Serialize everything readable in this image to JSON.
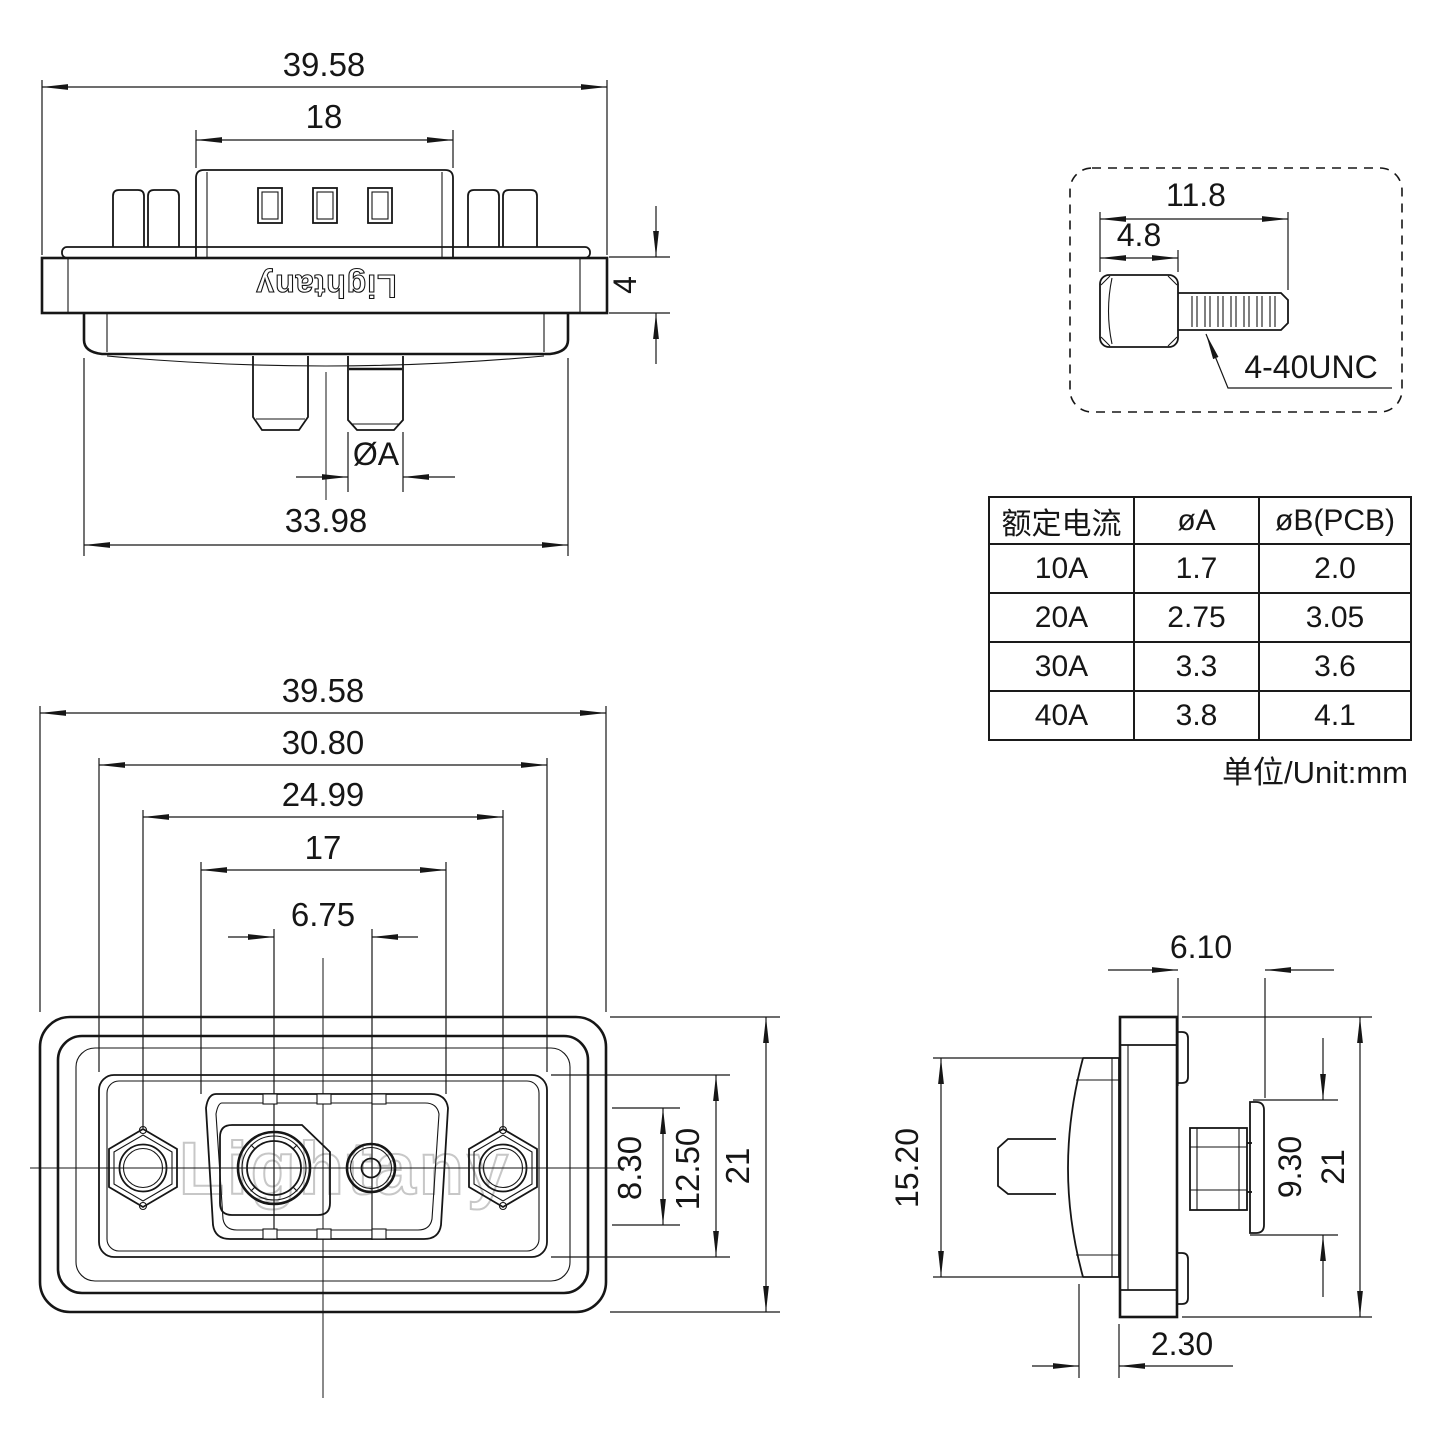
{
  "brand": {
    "logo": "Lightany",
    "watermark": "Lightany"
  },
  "top_view": {
    "dim_overall_width": "39.58",
    "dim_insert_width": "18",
    "dim_flange_thickness": "4",
    "dim_pin_diameter": "ØA",
    "dim_body_width": "33.98"
  },
  "screw_detail": {
    "dim_total_length": "11.8",
    "dim_head_length": "4.8",
    "thread_label": "4-40UNC"
  },
  "front_view": {
    "dim_overall_width": "39.58",
    "dim_panel_width": "30.80",
    "dim_mount_spacing": "24.99",
    "dim_cavity_width": "17",
    "dim_contact_pitch": "6.75",
    "dim_opening_height": "8.30",
    "dim_insert_height": "12.50",
    "dim_overall_height": "21"
  },
  "side_view": {
    "dim_rear_depth": "6.10",
    "dim_front_height": "15.20",
    "dim_rear_height": "9.30",
    "dim_overall_height": "21",
    "dim_front_offset": "2.30"
  },
  "spec_table": {
    "headers": [
      "额定电流",
      "øA",
      "øB(PCB)"
    ],
    "rows": [
      [
        "10A",
        "1.7",
        "2.0"
      ],
      [
        "20A",
        "2.75",
        "3.05"
      ],
      [
        "30A",
        "3.3",
        "3.6"
      ],
      [
        "40A",
        "3.8",
        "4.1"
      ]
    ],
    "unit_note": "单位/Unit:mm"
  }
}
